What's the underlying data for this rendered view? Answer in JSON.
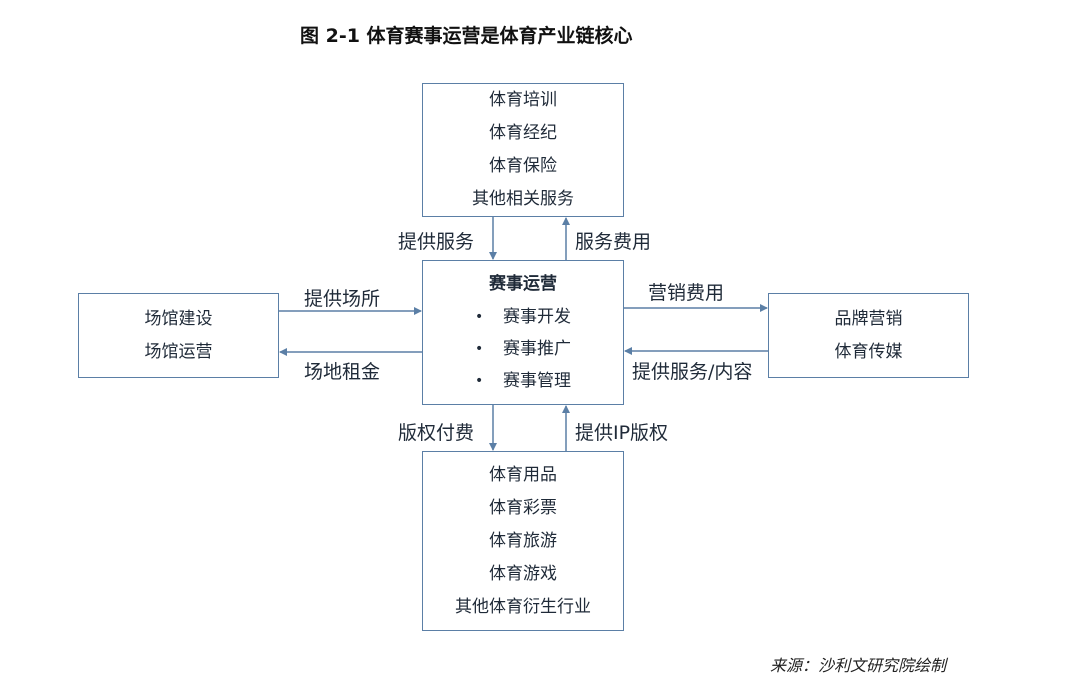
{
  "title": "图  2-1  体育赛事运营是体育产业链核心",
  "source": "来源：沙利文研究院绘制",
  "nodes": {
    "top": {
      "lines": [
        "体育培训",
        "体育经纪",
        "体育保险",
        "其他相关服务"
      ]
    },
    "center": {
      "title": "赛事运营",
      "bullet": "•",
      "items": [
        "赛事开发",
        "赛事推广",
        "赛事管理"
      ]
    },
    "left": {
      "lines": [
        "场馆建设",
        "场馆运营"
      ]
    },
    "right": {
      "lines": [
        "品牌营销",
        "体育传媒"
      ]
    },
    "bottom": {
      "lines": [
        "体育用品",
        "体育彩票",
        "体育旅游",
        "体育游戏",
        "其他体育衍生行业"
      ]
    }
  },
  "edges": {
    "top_to_center": "提供服务",
    "center_to_top": "服务费用",
    "left_to_center": "提供场所",
    "center_to_left": "场地租金",
    "center_to_right": "营销费用",
    "right_to_center": "提供服务/内容",
    "center_to_bottom": "版权付费",
    "bottom_to_center": "提供IP版权"
  },
  "colors": {
    "box_border": "#5b7fa6",
    "arrow": "#5b7fa6",
    "text": "#1f2a38"
  }
}
